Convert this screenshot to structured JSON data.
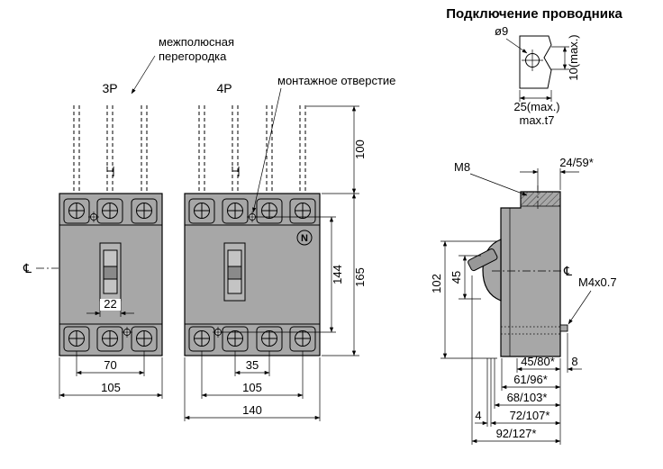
{
  "title": "Подключение проводника",
  "views": {
    "front3p": "3P",
    "front4p": "4P"
  },
  "callouts": {
    "partition1": "межполюсная",
    "partition2": "перегородка",
    "mounting_hole": "монтажное отверстие",
    "m8": "M8",
    "m4": "M4x0.7",
    "neutral": "N",
    "centerline": "℄"
  },
  "detail": {
    "hole_dia": "ø9",
    "width_max": "25(max.)",
    "thickness_max": "max.t7",
    "height_max": "10(max.)"
  },
  "dims": {
    "pin_length": "100",
    "mount_hole_span": "144",
    "overall_height": "165",
    "handle_window_width": "22",
    "pole_span_3p": "70",
    "width_3p": "105",
    "pole_pitch_4p": "35",
    "pole_span_4p": "105",
    "width_4p": "140",
    "top_depth": "24/59*",
    "front_height": "102",
    "handle_height": "45",
    "depth_1": "45/80*",
    "screw_protrusion": "8",
    "depth_2": "61/96*",
    "depth_3": "68/103*",
    "depth_4": "72/107*",
    "depth_step": "4",
    "depth_5": "92/127*"
  }
}
